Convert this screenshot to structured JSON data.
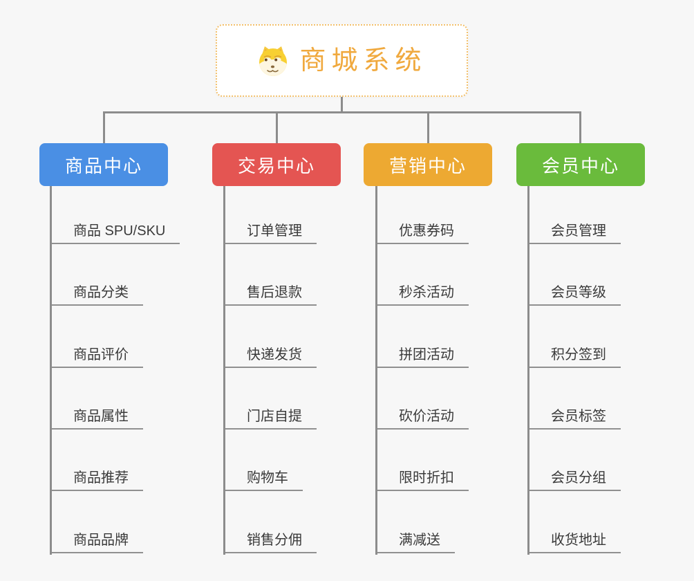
{
  "root": {
    "title": "商城系统",
    "icon": "doge-icon"
  },
  "branches": [
    {
      "label": "商品中心",
      "color": "#4a8fe4",
      "children": [
        "商品 SPU/SKU",
        "商品分类",
        "商品评价",
        "商品属性",
        "商品推荐",
        "商品品牌"
      ]
    },
    {
      "label": "交易中心",
      "color": "#e45552",
      "children": [
        "订单管理",
        "售后退款",
        "快递发货",
        "门店自提",
        "购物车",
        "销售分佣"
      ]
    },
    {
      "label": "营销中心",
      "color": "#eda932",
      "children": [
        "优惠券码",
        "秒杀活动",
        "拼团活动",
        "砍价活动",
        "限时折扣",
        "满减送"
      ]
    },
    {
      "label": "会员中心",
      "color": "#6abb3c",
      "children": [
        "会员管理",
        "会员等级",
        "积分签到",
        "会员标签",
        "会员分组",
        "收货地址"
      ]
    }
  ],
  "colors": {
    "background": "#f7f7f7",
    "connector": "#8c8c8c",
    "child_underline": "#909090",
    "child_text": "#3a3a3a",
    "root_accent": "#f0a93e",
    "root_border": "#f3c06b"
  }
}
